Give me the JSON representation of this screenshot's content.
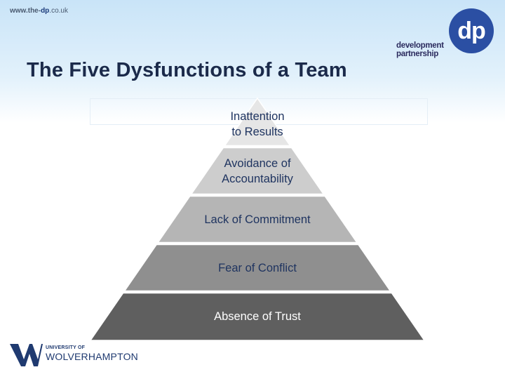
{
  "header": {
    "url_bold": "www.the-",
    "url_brand": "dp",
    "url_rest": ".co.uk"
  },
  "title": "The Five Dysfunctions of a Team",
  "dp_logo": {
    "mark": "dp",
    "line1": "development",
    "line2": "partnership",
    "color": "#2b4fa3"
  },
  "pyramid": {
    "tiers": [
      {
        "label": "Inattention\nto Results",
        "fill": "#e6e6e6",
        "text_color": "#1f3460"
      },
      {
        "label": "Avoidance of\nAccountability",
        "fill": "#cdcdcd",
        "text_color": "#1f3460"
      },
      {
        "label": "Lack of Commitment",
        "fill": "#b5b5b5",
        "text_color": "#1f3460"
      },
      {
        "label": "Fear of Conflict",
        "fill": "#8f8f8f",
        "text_color": "#1f3460"
      },
      {
        "label": "Absence of Trust",
        "fill": "#5f5f5f",
        "text_color": "#ffffff"
      }
    ]
  },
  "footer_logo": {
    "small": "UNIVERSITY OF",
    "big": "WOLVERHAMPTON",
    "color": "#1f3a70"
  }
}
